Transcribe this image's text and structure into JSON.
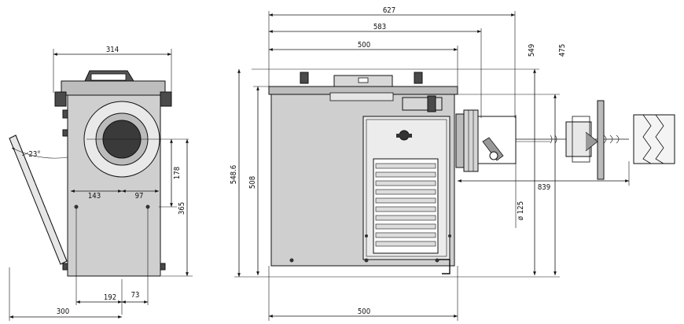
{
  "dimensions": {
    "left_width": "314",
    "left_angle": "23°",
    "left_inner_left": "143",
    "left_inner_right": "97",
    "left_height_178": "178",
    "left_height_365": "365",
    "left_bottom_192": "192",
    "left_bottom_73": "73",
    "left_bottom_300": "300",
    "right_top_627": "627",
    "right_top_583": "583",
    "right_top_500": "500",
    "right_v_549": "549",
    "right_v_475": "475",
    "right_h_548_6": "548.6",
    "right_h_508": "508",
    "right_pipe_839": "839",
    "right_pipe_dia": "ø 125",
    "right_bottom_500": "500"
  }
}
